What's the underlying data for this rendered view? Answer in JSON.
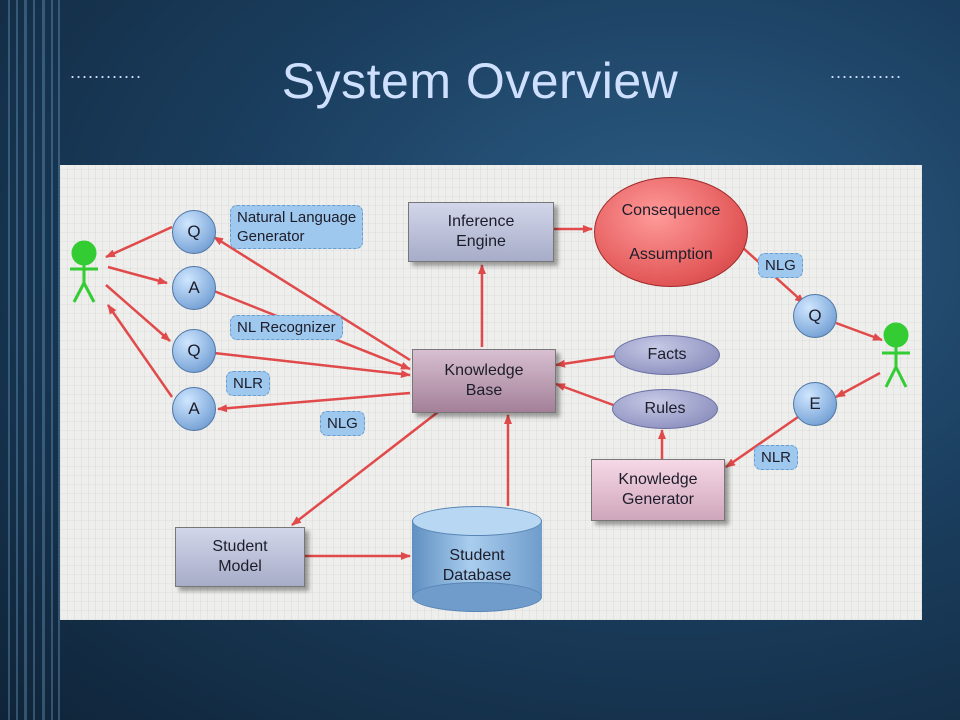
{
  "slide": {
    "title": "System Overview",
    "dots_left": "............",
    "dots_right": "............"
  },
  "diagram": {
    "nodes": {
      "inference_engine": "Inference\nEngine",
      "knowledge_base": "Knowledge\nBase",
      "student_model": "Student\nModel",
      "student_database": "Student\nDatabase",
      "knowledge_generator": "Knowledge\nGenerator",
      "facts": "Facts",
      "rules": "Rules",
      "consequence": "Consequence",
      "assumption": "Assumption",
      "q1": "Q",
      "a1": "A",
      "q2": "Q",
      "a2": "A",
      "q3": "Q",
      "e": "E"
    },
    "labels": {
      "natural_language_generator": "Natural Language\nGenerator",
      "nl_recognizer": "NL Recognizer",
      "nlr_left": "NLR",
      "nlg_left": "NLG",
      "nlg_right": "NLG",
      "nlr_right": "NLR"
    },
    "colors": {
      "arrow": "#e04a4a",
      "figure": "#33cc33",
      "tag": "#9fc8ee"
    }
  }
}
